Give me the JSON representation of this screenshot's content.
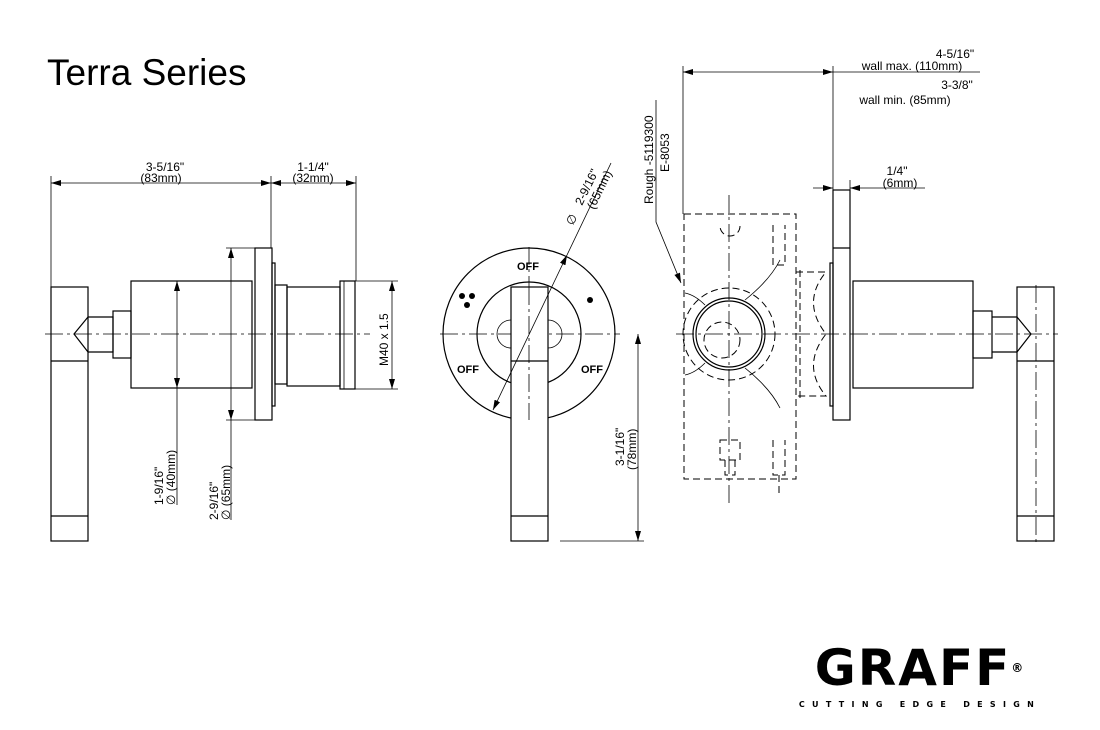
{
  "title": "Terra Series",
  "side_view": {
    "overall_length": "3-5/16\"",
    "overall_length_mm": "(83mm)",
    "rough_depth": "1-1/4\"",
    "rough_depth_mm": "(32mm)",
    "body_diameter": "1-9/16\"",
    "body_diameter_mm": "∅ (40mm)",
    "flange_diameter": "2-9/16\"",
    "flange_diameter_mm": "∅ (65mm)",
    "thread": "M40 x 1.5"
  },
  "front_view": {
    "off_top": "OFF",
    "off_left": "OFF",
    "off_right": "OFF",
    "plate_diameter": "2-9/16\"",
    "plate_diameter_mm": "(65mm)",
    "diameter_symbol": "∅",
    "handle_length": "3-1/16\"",
    "handle_length_mm": "(78mm)"
  },
  "install_view": {
    "rough_part": "Rough -5119300",
    "rough_code": "E-8053",
    "wall_max": "4-5/16\"",
    "wall_max_mm": "wall max. (110mm)",
    "wall_min": "3-3/8\"",
    "wall_min_mm": "wall min. (85mm)",
    "flange_thickness": "1/4\"",
    "flange_thickness_mm": "(6mm)"
  },
  "logo": {
    "name": "GRAFF",
    "registered": "®",
    "tagline": "CUTTING EDGE DESIGN"
  }
}
